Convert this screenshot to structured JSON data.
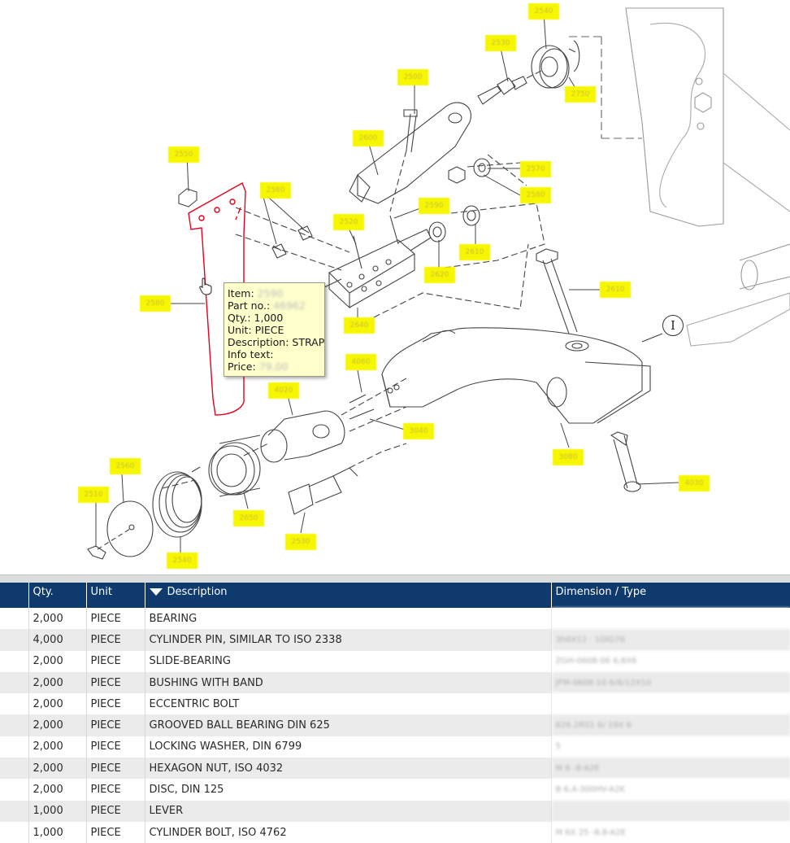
{
  "tooltip": {
    "item_label": "Item:",
    "item_value": "2590",
    "partno_label": "Part no.:",
    "partno_value": "46962",
    "qty_label": "Qty.:",
    "qty_value": "1,000",
    "unit_label": "Unit:",
    "unit_value": "PIECE",
    "description_label": "Description:",
    "description_value": "STRAP",
    "infotext_label": "Info text:",
    "price_label": "Price:",
    "price_value": "79,00"
  },
  "diagram": {
    "view_marker": "I",
    "callouts": [
      "2540",
      "2530",
      "2750",
      "2500",
      "2600",
      "2550",
      "2570",
      "2580",
      "2560",
      "2590",
      "2520",
      "2610",
      "2620",
      "2580",
      "2610",
      "2640",
      "4060",
      "4020",
      "3040",
      "3080",
      "4030",
      "2560",
      "2510",
      "2650"
    ]
  },
  "table": {
    "columns": [
      "Qty.",
      "Unit",
      "Description",
      "Dimension / Type"
    ],
    "rows": [
      {
        "qty": "2,000",
        "unit": "PIECE",
        "description": "BEARING",
        "dimension": ""
      },
      {
        "qty": "4,000",
        "unit": "PIECE",
        "description": "CYLINDER PIN, SIMILAR TO ISO 2338",
        "dimension": "3h6X12 · 1DIG76"
      },
      {
        "qty": "2,000",
        "unit": "PIECE",
        "description": "SLIDE-BEARING",
        "dimension": "ZGH-0608-06 6,8X6"
      },
      {
        "qty": "2,000",
        "unit": "PIECE",
        "description": "BUSHING WITH BAND",
        "dimension": "JFM-0608-10 6/8/12X10"
      },
      {
        "qty": "2,000",
        "unit": "PIECE",
        "description": "ECCENTRIC BOLT",
        "dimension": ""
      },
      {
        "qty": "2,000",
        "unit": "PIECE",
        "description": "GROOVED BALL BEARING DIN 625",
        "dimension": "626.2RS1 6/ 19X 6"
      },
      {
        "qty": "2,000",
        "unit": "PIECE",
        "description": "LOCKING WASHER, DIN 6799",
        "dimension": "5"
      },
      {
        "qty": "2,000",
        "unit": "PIECE",
        "description": "HEXAGON NUT, ISO 4032",
        "dimension": "M 6 -8-A2E"
      },
      {
        "qty": "2,000",
        "unit": "PIECE",
        "description": "DISC, DIN 125",
        "dimension": "B 6,4-300HV-A2K"
      },
      {
        "qty": "1,000",
        "unit": "PIECE",
        "description": "LEVER",
        "dimension": ""
      },
      {
        "qty": "1,000",
        "unit": "PIECE",
        "description": "CYLINDER BOLT, ISO 4762",
        "dimension": "M 6X 25 -8.8-A2E"
      }
    ]
  }
}
